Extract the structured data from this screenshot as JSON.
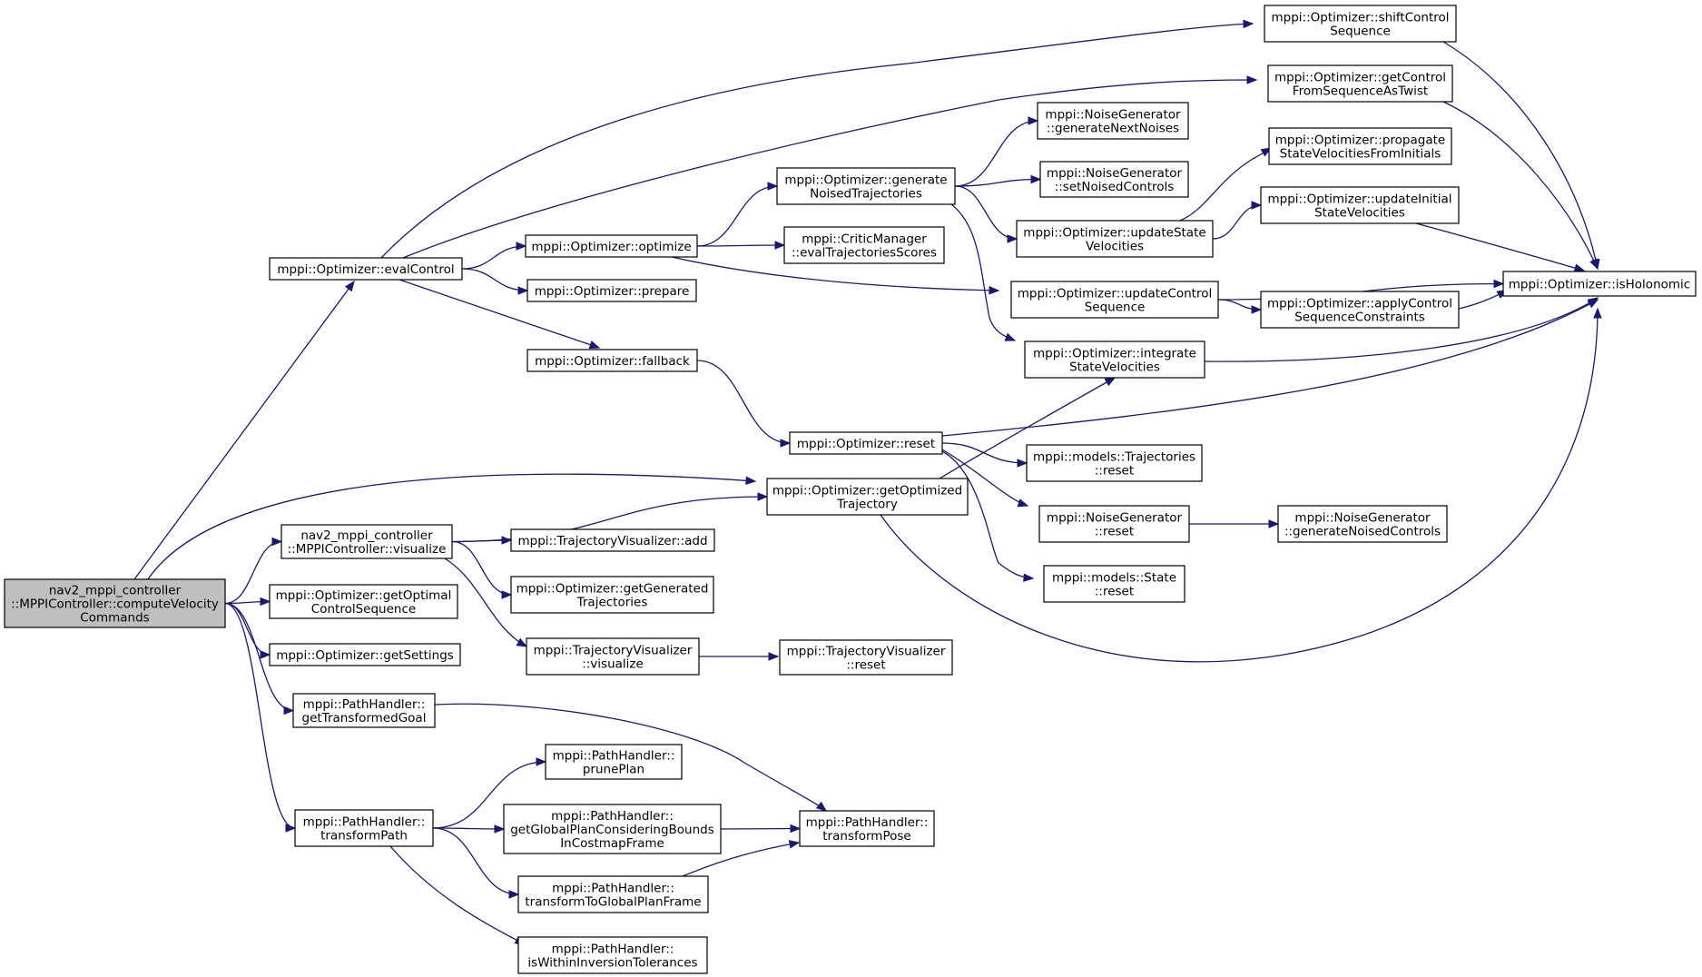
{
  "colors": {
    "edge": "#191970",
    "node_border": "#000000",
    "root_fill": "#bfbfbf",
    "node_fill": "#ffffff",
    "background": "#ffffff"
  },
  "nodes": {
    "root": {
      "lines": [
        "nav2_mppi_controller",
        "::MPPIController::computeVelocity",
        "Commands"
      ]
    },
    "evalControl": {
      "lines": [
        "mppi::Optimizer::evalControl"
      ]
    },
    "visualize": {
      "lines": [
        "nav2_mppi_controller",
        "::MPPIController::visualize"
      ]
    },
    "getOptimalCS": {
      "lines": [
        "mppi::Optimizer::getOptimal",
        "ControlSequence"
      ]
    },
    "getSettings": {
      "lines": [
        "mppi::Optimizer::getSettings"
      ]
    },
    "getTransformedGoal": {
      "lines": [
        "mppi::PathHandler::",
        "getTransformedGoal"
      ]
    },
    "transformPath": {
      "lines": [
        "mppi::PathHandler::",
        "transformPath"
      ]
    },
    "optimize": {
      "lines": [
        "mppi::Optimizer::optimize"
      ]
    },
    "prepare": {
      "lines": [
        "mppi::Optimizer::prepare"
      ]
    },
    "fallback": {
      "lines": [
        "mppi::Optimizer::fallback"
      ]
    },
    "getOptimizedTrajectory": {
      "lines": [
        "mppi::Optimizer::getOptimized",
        "Trajectory"
      ]
    },
    "tvAdd": {
      "lines": [
        "mppi::TrajectoryVisualizer::add"
      ]
    },
    "getGeneratedTraj": {
      "lines": [
        "mppi::Optimizer::getGenerated",
        "Trajectories"
      ]
    },
    "tvVisualize": {
      "lines": [
        "mppi::TrajectoryVisualizer",
        "::visualize"
      ]
    },
    "prunePlan": {
      "lines": [
        "mppi::PathHandler::",
        "prunePlan"
      ]
    },
    "getGlobalPlan": {
      "lines": [
        "mppi::PathHandler::",
        "getGlobalPlanConsideringBounds",
        "InCostmapFrame"
      ]
    },
    "transformToGlobal": {
      "lines": [
        "mppi::PathHandler::",
        "transformToGlobalPlanFrame"
      ]
    },
    "isWithinInversion": {
      "lines": [
        "mppi::PathHandler::",
        "isWithinInversionTolerances"
      ]
    },
    "generateNoised": {
      "lines": [
        "mppi::Optimizer::generate",
        "NoisedTrajectories"
      ]
    },
    "criticEval": {
      "lines": [
        "mppi::CriticManager",
        "::evalTrajectoriesScores"
      ]
    },
    "reset": {
      "lines": [
        "mppi::Optimizer::reset"
      ]
    },
    "tvReset": {
      "lines": [
        "mppi::TrajectoryVisualizer",
        "::reset"
      ]
    },
    "transformPose": {
      "lines": [
        "mppi::PathHandler::",
        "transformPose"
      ]
    },
    "genNextNoises": {
      "lines": [
        "mppi::NoiseGenerator",
        "::generateNextNoises"
      ]
    },
    "setNoisedControls": {
      "lines": [
        "mppi::NoiseGenerator",
        "::setNoisedControls"
      ]
    },
    "updateStateVel": {
      "lines": [
        "mppi::Optimizer::updateState",
        "Velocities"
      ]
    },
    "updateControlSeq": {
      "lines": [
        "mppi::Optimizer::updateControl",
        "Sequence"
      ]
    },
    "integrateStateVel": {
      "lines": [
        "mppi::Optimizer::integrate",
        "StateVelocities"
      ]
    },
    "trajReset": {
      "lines": [
        "mppi::models::Trajectories",
        "::reset"
      ]
    },
    "ngReset": {
      "lines": [
        "mppi::NoiseGenerator",
        "::reset"
      ]
    },
    "stateReset": {
      "lines": [
        "mppi::models::State",
        "::reset"
      ]
    },
    "shiftControl": {
      "lines": [
        "mppi::Optimizer::shiftControl",
        "Sequence"
      ]
    },
    "getControlTwist": {
      "lines": [
        "mppi::Optimizer::getControl",
        "FromSequenceAsTwist"
      ]
    },
    "propagateStateVel": {
      "lines": [
        "mppi::Optimizer::propagate",
        "StateVelocitiesFromInitials"
      ]
    },
    "updateInitialStateVel": {
      "lines": [
        "mppi::Optimizer::updateInitial",
        "StateVelocities"
      ]
    },
    "applyControlSeq": {
      "lines": [
        "mppi::Optimizer::applyControl",
        "SequenceConstraints"
      ]
    },
    "ngGenNoisedControls": {
      "lines": [
        "mppi::NoiseGenerator",
        "::generateNoisedControls"
      ]
    },
    "isHolonomic": {
      "lines": [
        "mppi::Optimizer::isHolonomic"
      ]
    }
  },
  "edges": [
    [
      "root",
      "evalControl"
    ],
    [
      "root",
      "visualize"
    ],
    [
      "root",
      "getOptimalCS"
    ],
    [
      "root",
      "getSettings"
    ],
    [
      "root",
      "getTransformedGoal"
    ],
    [
      "root",
      "transformPath"
    ],
    [
      "root",
      "getOptimizedTrajectory"
    ],
    [
      "evalControl",
      "shiftControl"
    ],
    [
      "evalControl",
      "getControlTwist"
    ],
    [
      "evalControl",
      "optimize"
    ],
    [
      "evalControl",
      "prepare"
    ],
    [
      "evalControl",
      "fallback"
    ],
    [
      "optimize",
      "generateNoised"
    ],
    [
      "optimize",
      "criticEval"
    ],
    [
      "optimize",
      "updateControlSeq"
    ],
    [
      "generateNoised",
      "genNextNoises"
    ],
    [
      "generateNoised",
      "setNoisedControls"
    ],
    [
      "generateNoised",
      "updateStateVel"
    ],
    [
      "generateNoised",
      "integrateStateVel"
    ],
    [
      "updateStateVel",
      "propagateStateVel"
    ],
    [
      "updateStateVel",
      "updateInitialStateVel"
    ],
    [
      "updateControlSeq",
      "isHolonomic"
    ],
    [
      "updateControlSeq",
      "applyControlSeq"
    ],
    [
      "applyControlSeq",
      "isHolonomic"
    ],
    [
      "integrateStateVel",
      "isHolonomic"
    ],
    [
      "shiftControl",
      "isHolonomic"
    ],
    [
      "getControlTwist",
      "isHolonomic"
    ],
    [
      "updateInitialStateVel",
      "isHolonomic"
    ],
    [
      "fallback",
      "reset"
    ],
    [
      "reset",
      "isHolonomic"
    ],
    [
      "reset",
      "trajReset"
    ],
    [
      "reset",
      "ngReset"
    ],
    [
      "reset",
      "stateReset"
    ],
    [
      "reset",
      "integrateStateVel"
    ],
    [
      "ngReset",
      "ngGenNoisedControls"
    ],
    [
      "getOptimizedTrajectory",
      "isHolonomic"
    ],
    [
      "visualize",
      "getOptimizedTrajectory"
    ],
    [
      "visualize",
      "tvAdd"
    ],
    [
      "visualize",
      "getGeneratedTraj"
    ],
    [
      "visualize",
      "tvVisualize"
    ],
    [
      "tvVisualize",
      "tvReset"
    ],
    [
      "getTransformedGoal",
      "transformPose"
    ],
    [
      "transformPath",
      "prunePlan"
    ],
    [
      "transformPath",
      "getGlobalPlan"
    ],
    [
      "transformPath",
      "transformToGlobal"
    ],
    [
      "transformPath",
      "isWithinInversion"
    ],
    [
      "getGlobalPlan",
      "transformPose"
    ],
    [
      "transformToGlobal",
      "transformPose"
    ]
  ]
}
